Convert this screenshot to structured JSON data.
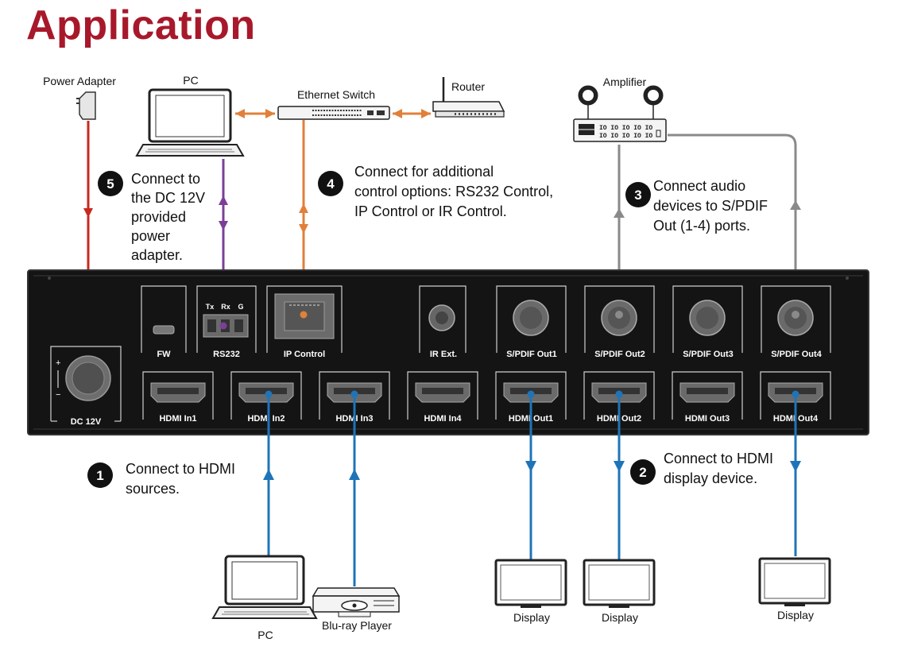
{
  "title": "Application",
  "devices": {
    "power_adapter": "Power Adapter",
    "pc_top": "PC",
    "ethernet_switch": "Ethernet Switch",
    "router": "Router",
    "amplifier": "Amplifier",
    "pc_bottom": "PC",
    "bluray": "Blu-ray Player",
    "display1": "Display",
    "display2": "Display",
    "display3": "Display"
  },
  "steps": [
    {
      "num": "1",
      "lines": [
        "Connect to HDMI",
        "sources."
      ]
    },
    {
      "num": "2",
      "lines": [
        "Connect to HDMI",
        "display device."
      ]
    },
    {
      "num": "3",
      "lines": [
        "Connect audio",
        "devices to S/PDIF",
        "Out (1-4) ports."
      ]
    },
    {
      "num": "4",
      "lines": [
        "Connect for additional",
        "control options: RS232 Control,",
        "IP Control or IR Control."
      ]
    },
    {
      "num": "5",
      "lines": [
        "Connect to",
        "the DC 12V",
        "provided",
        "power",
        "adapter."
      ]
    }
  ],
  "ports": {
    "dc": "DC 12V",
    "fw": "FW",
    "rs232": "RS232",
    "rs232_pins": [
      "Tx",
      "Rx",
      "G"
    ],
    "ip": "IP Control",
    "ir": "IR Ext.",
    "spdif": [
      "S/PDIF Out1",
      "S/PDIF Out2",
      "S/PDIF Out3",
      "S/PDIF Out4"
    ],
    "hdmi_in": [
      "HDMI In1",
      "HDMI In2",
      "HDMI In3",
      "HDMI In4"
    ],
    "hdmi_out": [
      "HDMI Out1",
      "HDMI Out2",
      "HDMI Out3",
      "HDMI Out4"
    ]
  },
  "colors": {
    "title": "#a8182b",
    "power": "#c8281e",
    "rs232": "#7b3f98",
    "ethernet": "#e0803a",
    "audio": "#8a8a8a",
    "hdmi": "#1f74b8",
    "panel": "#141414"
  }
}
